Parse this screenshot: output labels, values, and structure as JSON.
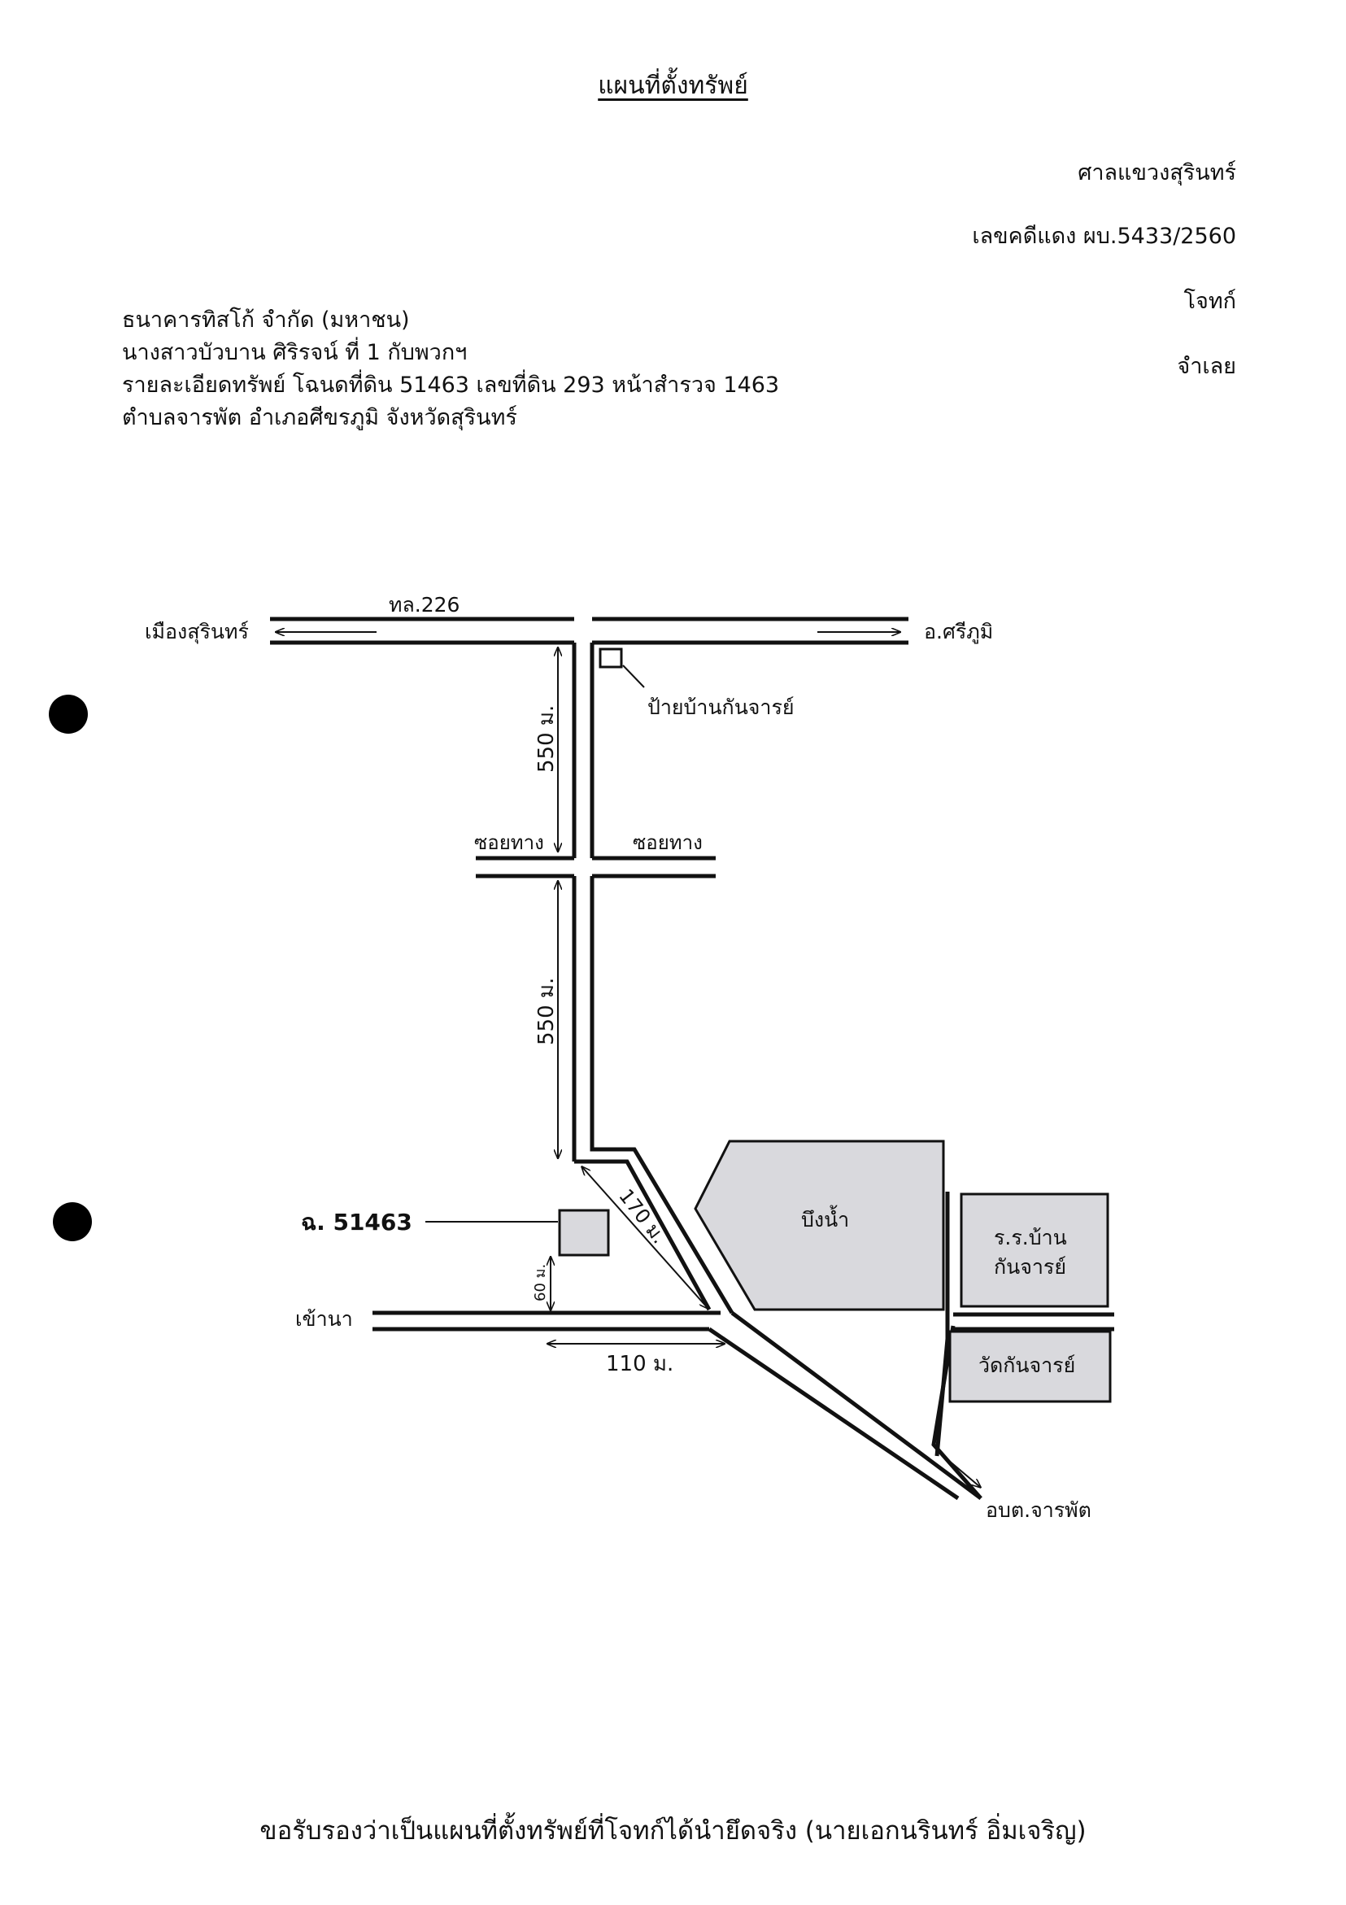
{
  "header": {
    "title": "แผนที่ตั้งทรัพย์",
    "court": "ศาลแขวงสุรินทร์",
    "case_no": "เลขคดีแดง ผบ.5433/2560",
    "plaintiff_label": "โจทก์",
    "defendant_label": "จำเลย"
  },
  "parties": {
    "plaintiff": "ธนาคารทิสโก้ จำกัด (มหาชน)",
    "defendant": "นางสาวบัวบาน  ศิริรจน์  ที่ 1 กับพวกฯ",
    "property_detail": "รายละเอียดทรัพย์ โฉนดที่ดิน 51463 เลขที่ดิน 293 หน้าสำรวจ 1463",
    "location": "ตำบลจารพัต  อำเภอศีขรภูมิ  จังหวัดสุรินทร์"
  },
  "map": {
    "highway": "ทล.226",
    "west_label": "เมืองสุรินทร์",
    "east_label": "อ.ศรีภูมิ",
    "sign_label": "ป้ายบ้านกันจารย์",
    "dist_1": "550 ม.",
    "dist_2": "550 ม.",
    "soi_left": "ซอยทาง",
    "soi_right": "ซอยทาง",
    "deed_label": "ฉ. 51463",
    "dist_60": "60 ม.",
    "dist_170": "170 ม.",
    "dist_110": "110 ม.",
    "field_label": "เข้านา",
    "pond_label": "บึงน้ำ",
    "school_line1": "ร.ร.บ้าน",
    "school_line2": "กันจารย์",
    "temple_label": "วัดกันจารย์",
    "sao_label": "อบต.จารพัต"
  },
  "footer": {
    "certification": "ขอรับรองว่าเป็นแผนที่ตั้งทรัพย์ที่โจทก์ได้นำยึดจริง (นายเอกนรินทร์ อิ่มเจริญ)"
  }
}
